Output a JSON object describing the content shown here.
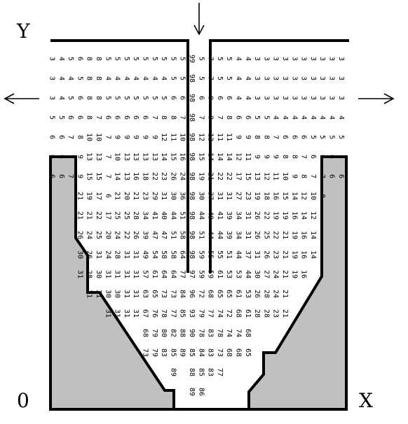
{
  "labels": {
    "y": "Y",
    "origin": "0",
    "x": "X"
  },
  "colors": {
    "wall": "#c0c0c0",
    "line": "#000000"
  },
  "arrows": [
    {
      "name": "inlet-arrow-down-icon",
      "dir": "down"
    },
    {
      "name": "outlet-arrow-left-icon",
      "dir": "left"
    },
    {
      "name": "outlet-arrow-right-icon",
      "dir": "right"
    }
  ],
  "columns": [
    [
      "3",
      "3",
      "3",
      "5",
      "6",
      "6",
      "6"
    ],
    [
      "4",
      "4",
      "4",
      "5",
      "6",
      "6",
      "6"
    ],
    [
      "5",
      "4",
      "5",
      "6",
      "7",
      "7",
      "7"
    ],
    [
      "6",
      "5",
      "6",
      "6",
      "8",
      "9",
      "9",
      "21",
      "21",
      "26",
      "30",
      "31"
    ],
    [
      "8",
      "8",
      "8",
      "8",
      "10",
      "13",
      "15",
      "19",
      "21",
      "24",
      "26",
      "28",
      "31"
    ],
    [
      "8",
      "8",
      "8",
      "7",
      "10",
      "13",
      "15",
      "17",
      "22",
      "25",
      "31",
      "30",
      "31"
    ],
    [
      "5",
      "4",
      "5",
      "6",
      "7",
      "7",
      "7",
      "6",
      "17",
      "20",
      "24",
      "31",
      "30",
      "31"
    ],
    [
      "5",
      "4",
      "5",
      "6",
      "9",
      "10",
      "14",
      "21",
      "25",
      "24",
      "28",
      "31",
      "30",
      "31"
    ],
    [
      "5",
      "4",
      "5",
      "6",
      "9",
      "13",
      "13",
      "20",
      "25",
      "22",
      "31",
      "31",
      "31",
      "31"
    ],
    [
      "5",
      "4",
      "5",
      "6",
      "9",
      "13",
      "16",
      "21",
      "28",
      "26",
      "31",
      "31",
      "31",
      "31"
    ],
    [
      "5",
      "4",
      "5",
      "6",
      "9",
      "13",
      "18",
      "23",
      "34",
      "39",
      "49",
      "57",
      "63",
      "67",
      "68",
      "73"
    ],
    [
      "5",
      "4",
      "5",
      "7",
      "9",
      "13",
      "22",
      "29",
      "41",
      "47",
      "54",
      "61",
      "65",
      "76",
      "79",
      "79"
    ],
    [
      "5",
      "4",
      "5",
      "8",
      "12",
      "14",
      "23",
      "31",
      "40",
      "47",
      "58",
      "64",
      "73",
      "78",
      "80",
      "83"
    ],
    [
      "5",
      "5",
      "6",
      "8",
      "11",
      "15",
      "26",
      "30",
      "44",
      "51",
      "58",
      "64",
      "73",
      "77",
      "82",
      "85",
      "89"
    ],
    [
      "5",
      "5",
      "6",
      "7",
      "10",
      "16",
      "24",
      "36",
      "51",
      "58",
      "64",
      "77",
      "84",
      "85",
      "88",
      "89"
    ],
    [
      "99",
      "98",
      "98",
      "98",
      "98",
      "98",
      "98",
      "98",
      "98",
      "98",
      "98",
      "97",
      "96",
      "93",
      "90",
      "85",
      "88",
      "89"
    ],
    [
      "5",
      "5",
      "6",
      "7",
      "12",
      "15",
      "19",
      "30",
      "44",
      "51",
      "59",
      "59",
      "72",
      "79",
      "78",
      "84",
      "85",
      "86"
    ],
    [
      "7",
      "7",
      "9",
      "8",
      "12",
      "14",
      "21",
      "37",
      "49",
      "44",
      "55",
      "59",
      "68",
      "77",
      "83",
      "83",
      "83"
    ],
    [
      "5",
      "5",
      "6",
      "7",
      "11",
      "14",
      "22",
      "31",
      "41",
      "44",
      "55",
      "61",
      "65",
      "74",
      "78",
      "73",
      "77"
    ],
    [
      "5",
      "5",
      "6",
      "8",
      "11",
      "14",
      "22",
      "31",
      "39",
      "39",
      "51",
      "53",
      "65",
      "72",
      "74",
      "68"
    ],
    [
      "4",
      "4",
      "4",
      "6",
      "9",
      "12",
      "17",
      "27",
      "34",
      "34",
      "44",
      "53",
      "61",
      "68",
      "74",
      "68"
    ],
    [
      "4",
      "4",
      "4",
      "6",
      "9",
      "11",
      "15",
      "23",
      "31",
      "31",
      "37",
      "44",
      "53",
      "61",
      "68",
      "65"
    ],
    [
      "3",
      "3",
      "3",
      "5",
      "8",
      "9",
      "13",
      "19",
      "26",
      "26",
      "31",
      "30",
      "26",
      "28"
    ],
    [
      "3",
      "3",
      "3",
      "5",
      "8",
      "9",
      "12",
      "18",
      "22",
      "25",
      "26",
      "27",
      "28",
      "28"
    ],
    [
      "3",
      "3",
      "3",
      "4",
      "7",
      "9",
      "11",
      "16",
      "19",
      "22",
      "23",
      "24",
      "24",
      "23"
    ],
    [
      "3",
      "3",
      "3",
      "4",
      "6",
      "8",
      "10",
      "15",
      "19",
      "21",
      "21",
      "21",
      "21",
      "21"
    ],
    [
      "3",
      "3",
      "3",
      "4",
      "6",
      "8",
      "9",
      "14",
      "16",
      "19",
      "19",
      "19"
    ],
    [
      "3",
      "3",
      "3",
      "4",
      "6",
      "7",
      "8",
      "12",
      "14",
      "16",
      "16",
      "16"
    ],
    [
      "3",
      "3",
      "3",
      "4",
      "5",
      "6",
      "7",
      "10",
      "12",
      "14",
      "14"
    ],
    [
      "3",
      "3",
      "3",
      "4",
      "5",
      "6",
      "7",
      "8"
    ],
    [
      "3",
      "3",
      "3",
      "4",
      "5",
      "6",
      "6"
    ],
    [
      "3",
      "3",
      "3",
      "4",
      "5",
      "5",
      "6"
    ]
  ]
}
